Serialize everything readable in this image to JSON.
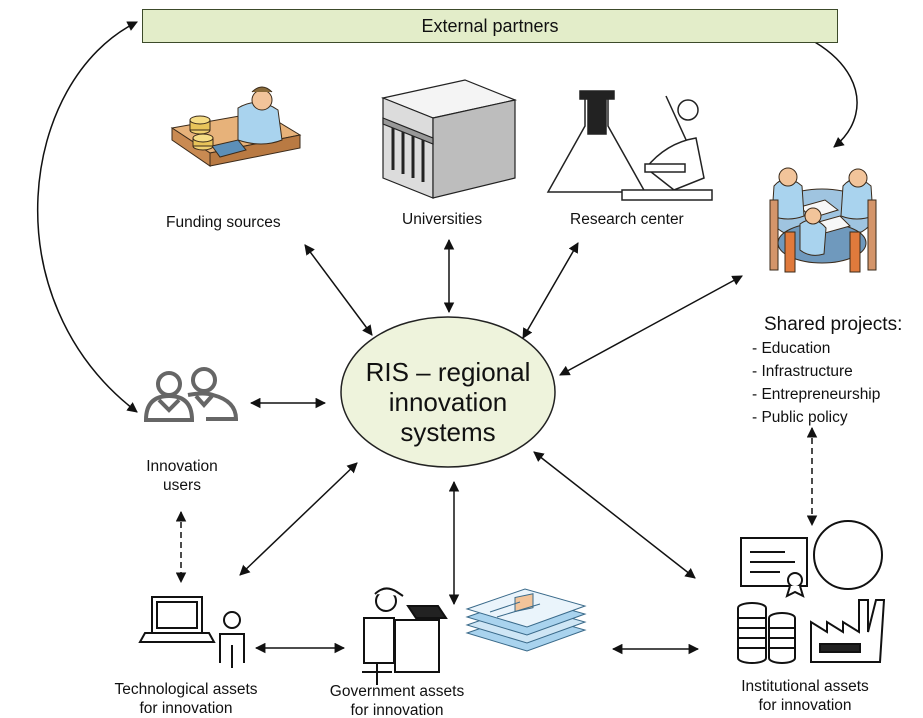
{
  "external_partners": "External partners",
  "center": {
    "lines": [
      "RIS – regional",
      "innovation",
      "systems"
    ]
  },
  "nodes": {
    "funding": {
      "label": "Funding sources"
    },
    "universities": {
      "label": "Universities"
    },
    "research": {
      "label": "Research center"
    },
    "users": {
      "label_lines": [
        "Innovation",
        "users"
      ]
    },
    "technological": {
      "label_lines": [
        "Technological assets",
        "for innovation"
      ]
    },
    "government": {
      "label_lines": [
        "Government assets",
        "for innovation"
      ]
    },
    "institutional": {
      "label_lines": [
        "Institutional assets",
        "for innovation"
      ]
    }
  },
  "shared_projects": {
    "title": "Shared projects:",
    "items": [
      "- Education",
      "- Infrastructure",
      "- Entrepreneurship",
      "- Public policy"
    ]
  },
  "colors": {
    "banner_fill": "#e3edc9",
    "center_fill": "#eef3dc",
    "person_fill": "#a9d3ee",
    "skin": "#f2c49a",
    "table_wood": "#d4956a",
    "icon_stroke": "#222222"
  }
}
